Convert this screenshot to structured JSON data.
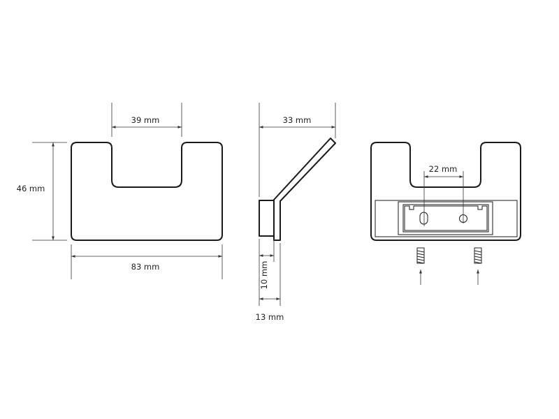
{
  "dimensions": {
    "front_gap_width": "39 mm",
    "front_height": "46 mm",
    "front_width": "83 mm",
    "side_depth": "33 mm",
    "side_base_height": "10 mm",
    "side_base_depth": "13 mm",
    "back_hole_spacing": "22 mm"
  }
}
